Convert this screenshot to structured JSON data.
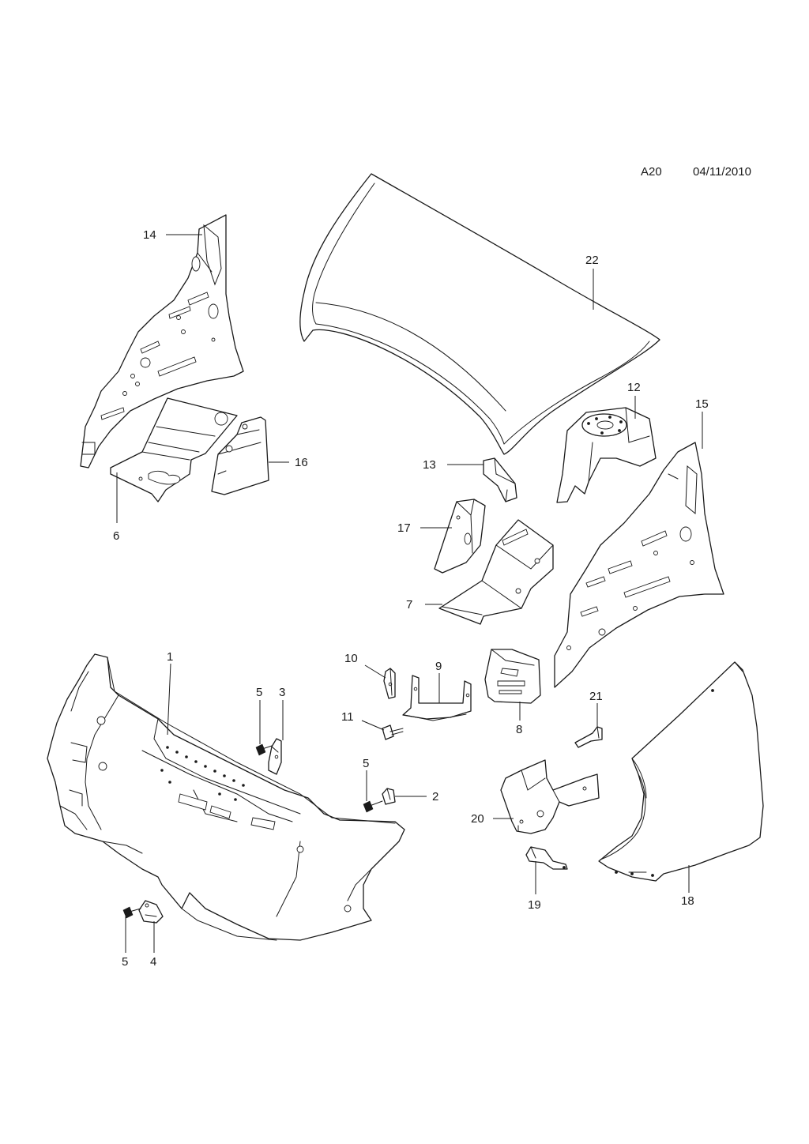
{
  "header": {
    "sheet_code": "A20",
    "date": "04/11/2010"
  },
  "callouts": {
    "c1": "1",
    "c2": "2",
    "c3": "3",
    "c4": "4",
    "c5a": "5",
    "c5b": "5",
    "c5c": "5",
    "c6": "6",
    "c7": "7",
    "c8": "8",
    "c9": "9",
    "c10": "10",
    "c11": "11",
    "c12": "12",
    "c13": "13",
    "c14": "14",
    "c15": "15",
    "c16": "16",
    "c17": "17",
    "c18": "18",
    "c19": "19",
    "c20": "20",
    "c21": "21",
    "c22": "22"
  },
  "colors": {
    "ink": "#1a1a1a",
    "paper": "#ffffff"
  }
}
